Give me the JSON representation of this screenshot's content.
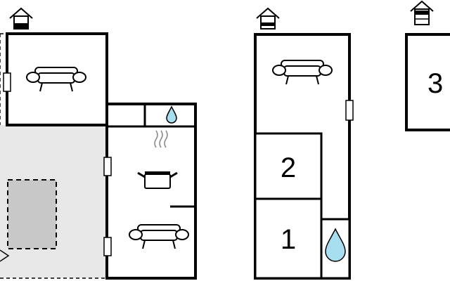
{
  "floors": [
    {
      "id": "ground",
      "level_icon": "house-level-ground-icon"
    },
    {
      "id": "first",
      "level_icon": "house-level-first-icon"
    },
    {
      "id": "second",
      "level_icon": "house-level-second-icon"
    }
  ],
  "rooms": {
    "bedroom_a": "2",
    "bedroom_b": "1",
    "bedroom_c": "3"
  },
  "icons": [
    "sofa-icon",
    "cooking-pot-icon",
    "water-drop-icon",
    "window-icon"
  ],
  "colors": {
    "wall": "#000000",
    "terrace": "#e8e8e8",
    "pool": "#c8c8c8",
    "water": "#a8dff0"
  }
}
